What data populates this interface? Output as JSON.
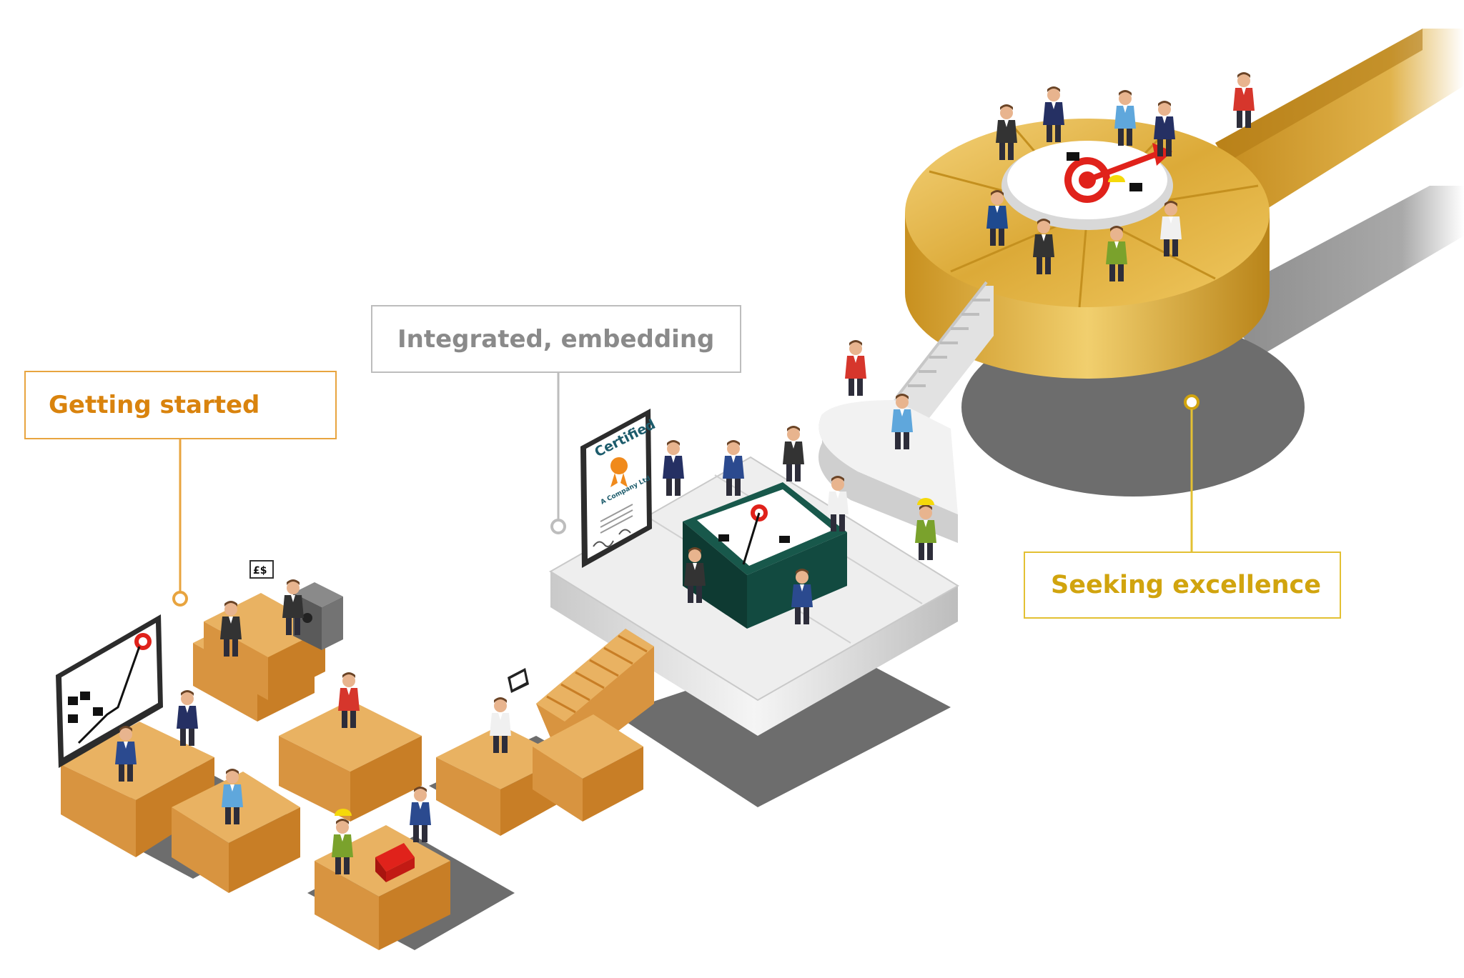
{
  "labels": {
    "stage1": "Getting started",
    "stage2": "Integrated, embedding",
    "stage3": "Seeking excellence"
  },
  "certificate": {
    "title": "Certified",
    "company": "A Company Ltd"
  },
  "sign_text": "£$",
  "colors": {
    "stage1_accent": "#e8a43f",
    "stage1_text": "#d9830d",
    "stage2_accent": "#bdbdbd",
    "stage2_text": "#8a8a8a",
    "stage3_accent": "#e3c033",
    "stage3_text": "#d1a40e",
    "crate_top": "#e9b262",
    "crate_side": "#c87e26",
    "crate_front": "#d89440",
    "platform_silver": "#e8e8e8",
    "gold": "#dcaa38",
    "target_red": "#e0221b"
  },
  "icons": [
    "target-icon",
    "safe-icon",
    "certificate-ribbon-icon",
    "toolbox-icon",
    "tablet-icon",
    "hard-hat-icon"
  ]
}
